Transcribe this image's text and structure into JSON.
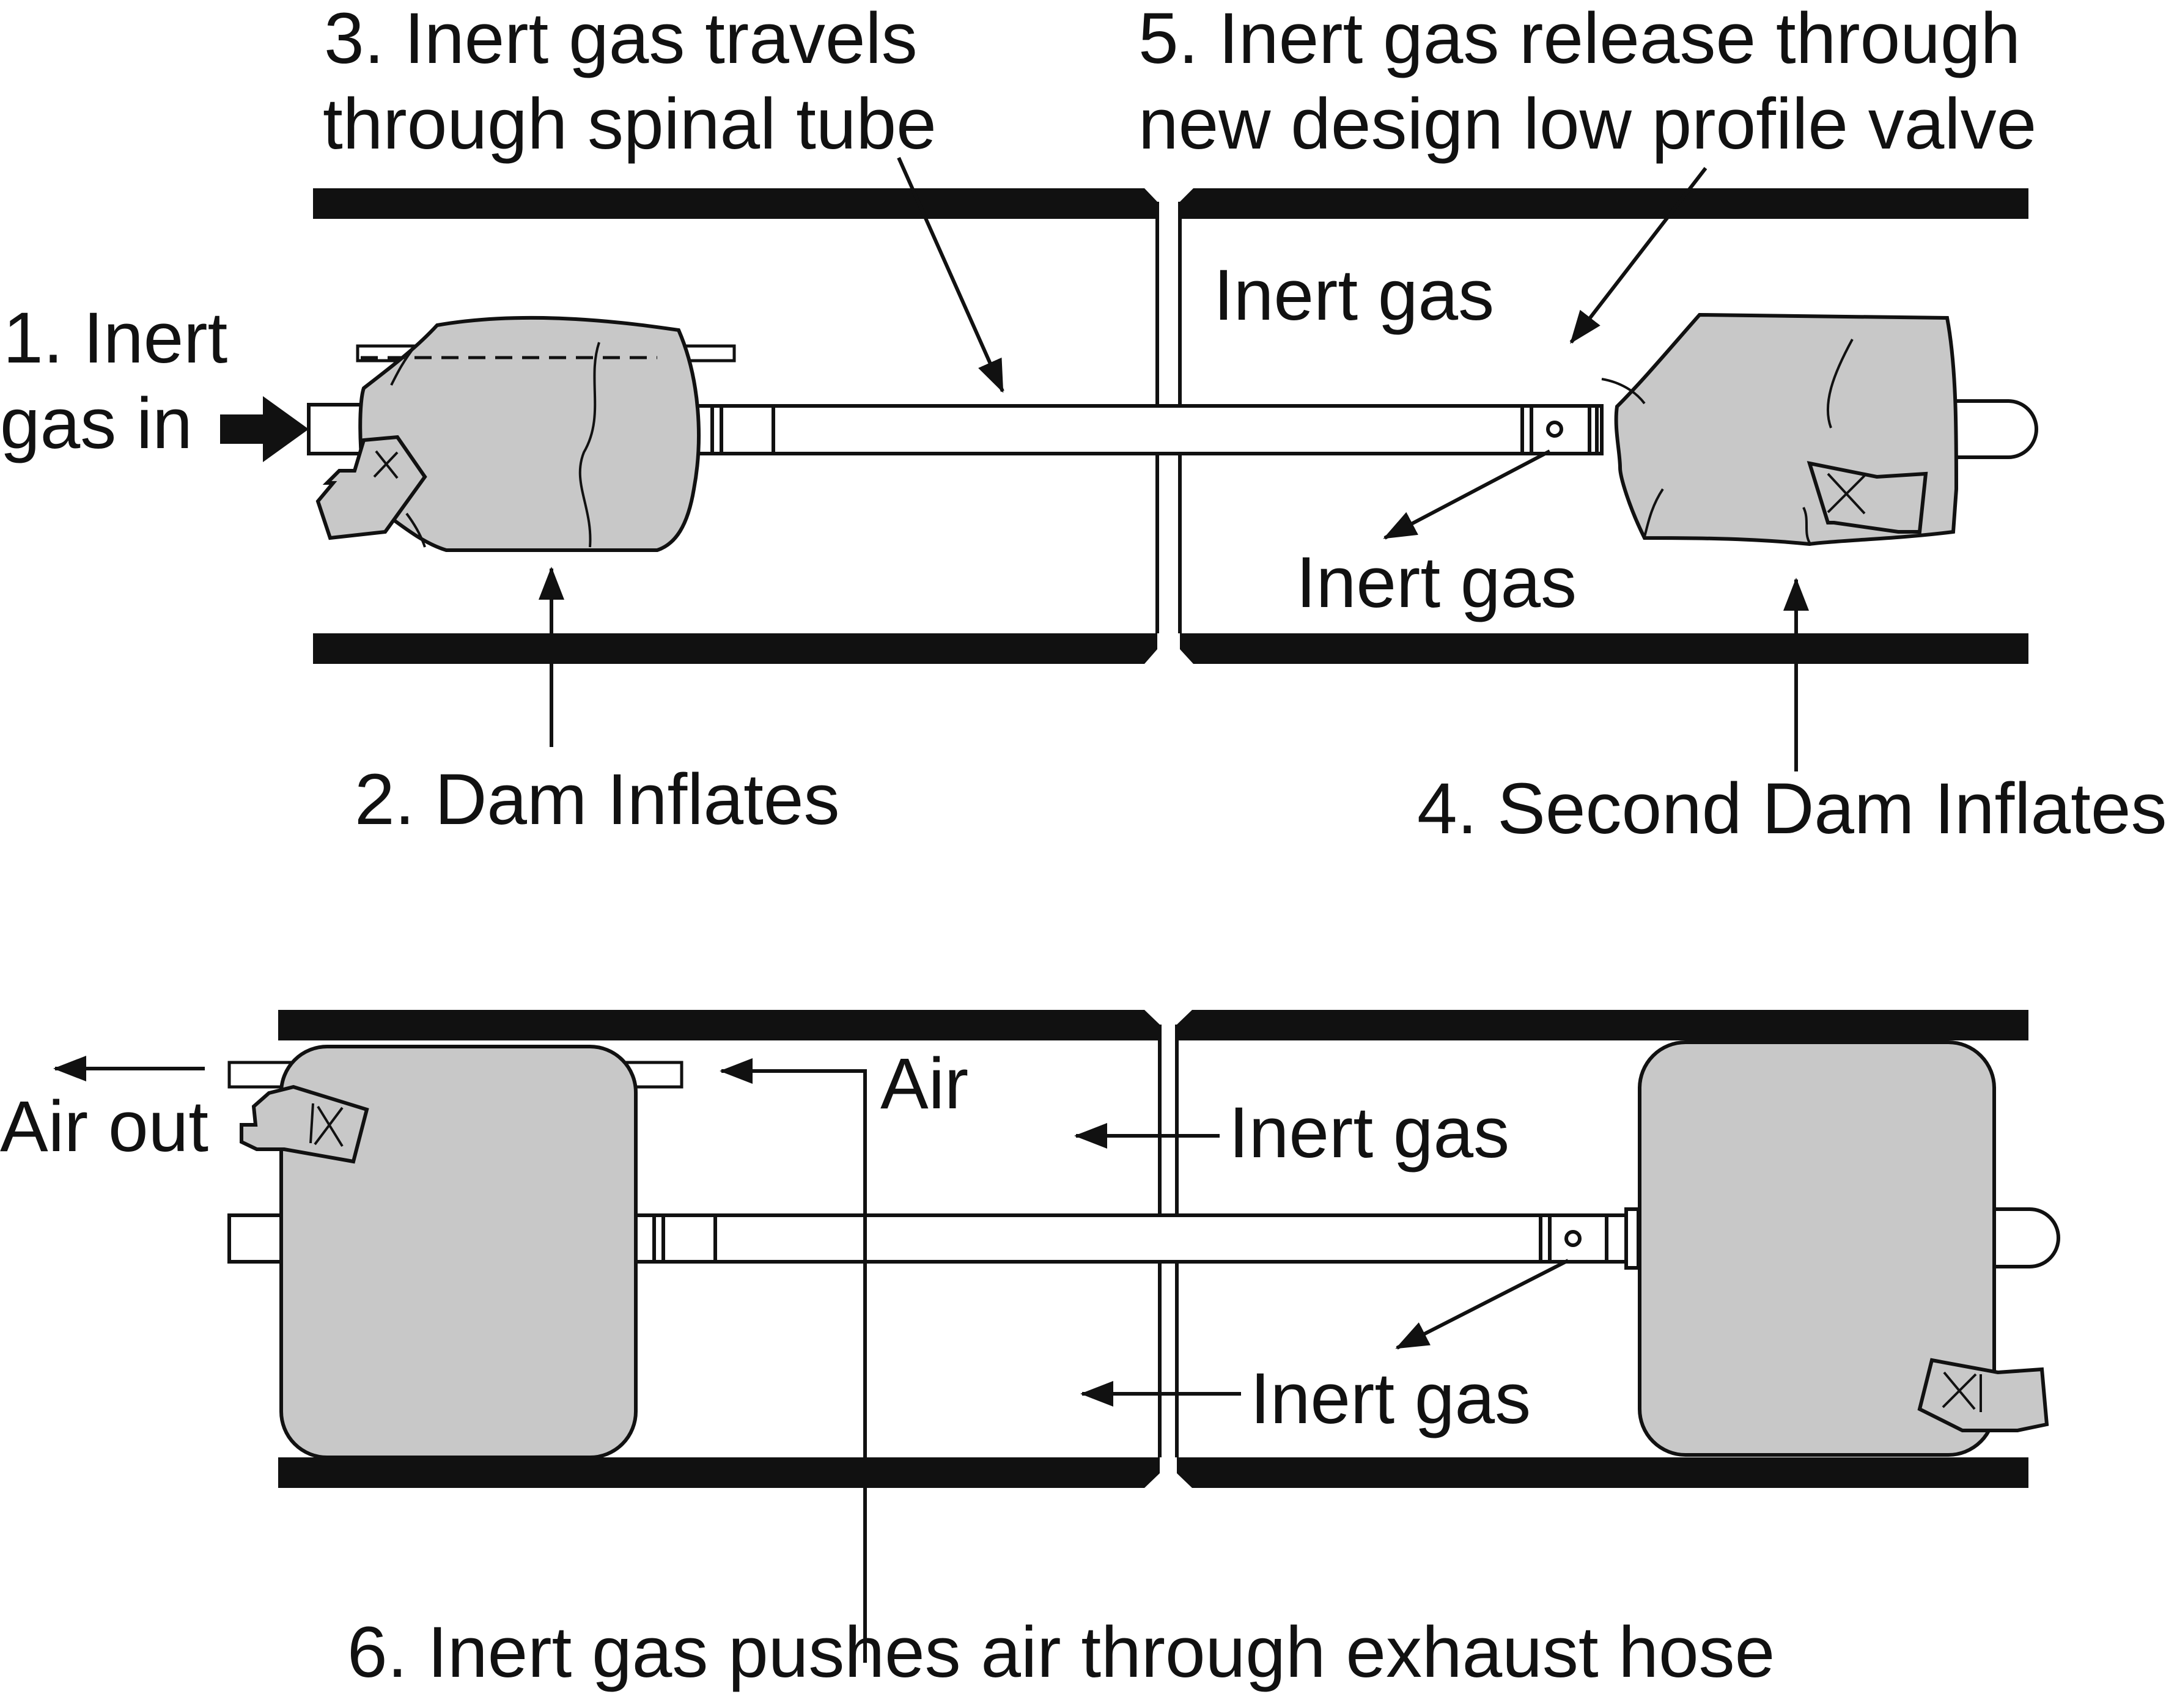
{
  "colors": {
    "ink": "#111111",
    "dam_fill": "#c8c8c8",
    "background": "#ffffff"
  },
  "icons": [
    "arrow-icon",
    "dam-balloon-icon",
    "spinal-tube-icon",
    "pipe-wall-icon",
    "exhaust-hose-icon",
    "valve-icon",
    "tag-icon"
  ],
  "top_panel": {
    "step1_line1": "1. Inert",
    "step1_line2": "gas in",
    "step2": "2. Dam Inflates",
    "step3_line1": "3. Inert gas travels",
    "step3_line2": "through spinal tube",
    "step4": "4. Second Dam Inflates",
    "step5_line1": "5. Inert gas release through",
    "step5_line2": "new design low profile valve",
    "gas_label_upper": "Inert gas",
    "gas_label_lower": "Inert gas"
  },
  "bottom_panel": {
    "air_out": "Air out",
    "air": "Air",
    "gas_label_upper": "Inert gas",
    "gas_label_lower": "Inert gas",
    "step6": "6. Inert gas pushes air through exhaust hose"
  }
}
